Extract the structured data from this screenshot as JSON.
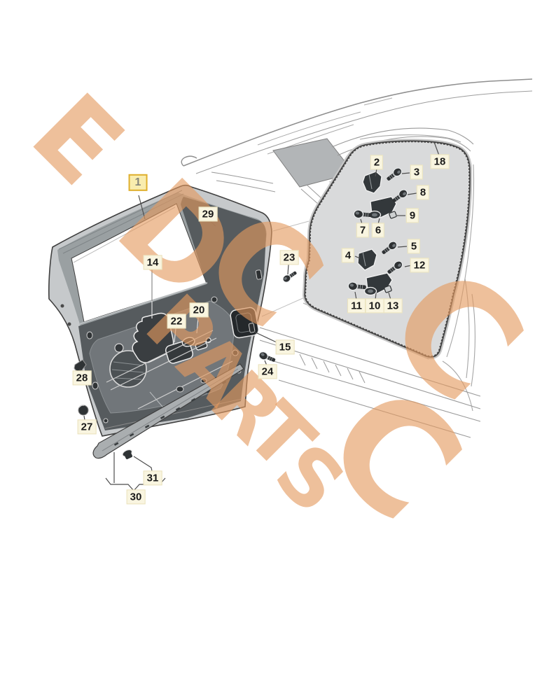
{
  "watermark": {
    "primary": "EDC",
    "secondary": "PARTS"
  },
  "part_labels": [
    {
      "id": "1",
      "text": "1",
      "highlight": true
    },
    {
      "id": "2",
      "text": "2"
    },
    {
      "id": "3",
      "text": "3"
    },
    {
      "id": "4",
      "text": "4"
    },
    {
      "id": "5",
      "text": "5"
    },
    {
      "id": "6",
      "text": "6"
    },
    {
      "id": "7",
      "text": "7"
    },
    {
      "id": "8",
      "text": "8"
    },
    {
      "id": "9",
      "text": "9"
    },
    {
      "id": "10",
      "text": "10"
    },
    {
      "id": "11",
      "text": "11"
    },
    {
      "id": "12",
      "text": "12"
    },
    {
      "id": "13",
      "text": "13"
    },
    {
      "id": "14",
      "text": "14"
    },
    {
      "id": "15",
      "text": "15"
    },
    {
      "id": "18",
      "text": "18"
    },
    {
      "id": "20",
      "text": "20"
    },
    {
      "id": "22",
      "text": "22"
    },
    {
      "id": "23",
      "text": "23"
    },
    {
      "id": "24",
      "text": "24"
    },
    {
      "id": "27",
      "text": "27"
    },
    {
      "id": "28",
      "text": "28"
    },
    {
      "id": "29",
      "text": "29"
    },
    {
      "id": "30",
      "text": "30"
    },
    {
      "id": "31",
      "text": "31"
    }
  ],
  "colors": {
    "watermark_orange": "#e59a5f",
    "label_bg": "#f9f5e0",
    "label_1_border": "#dfaf2e",
    "line_art": "#8f8f8f",
    "panel_dark": "#565b5e"
  }
}
